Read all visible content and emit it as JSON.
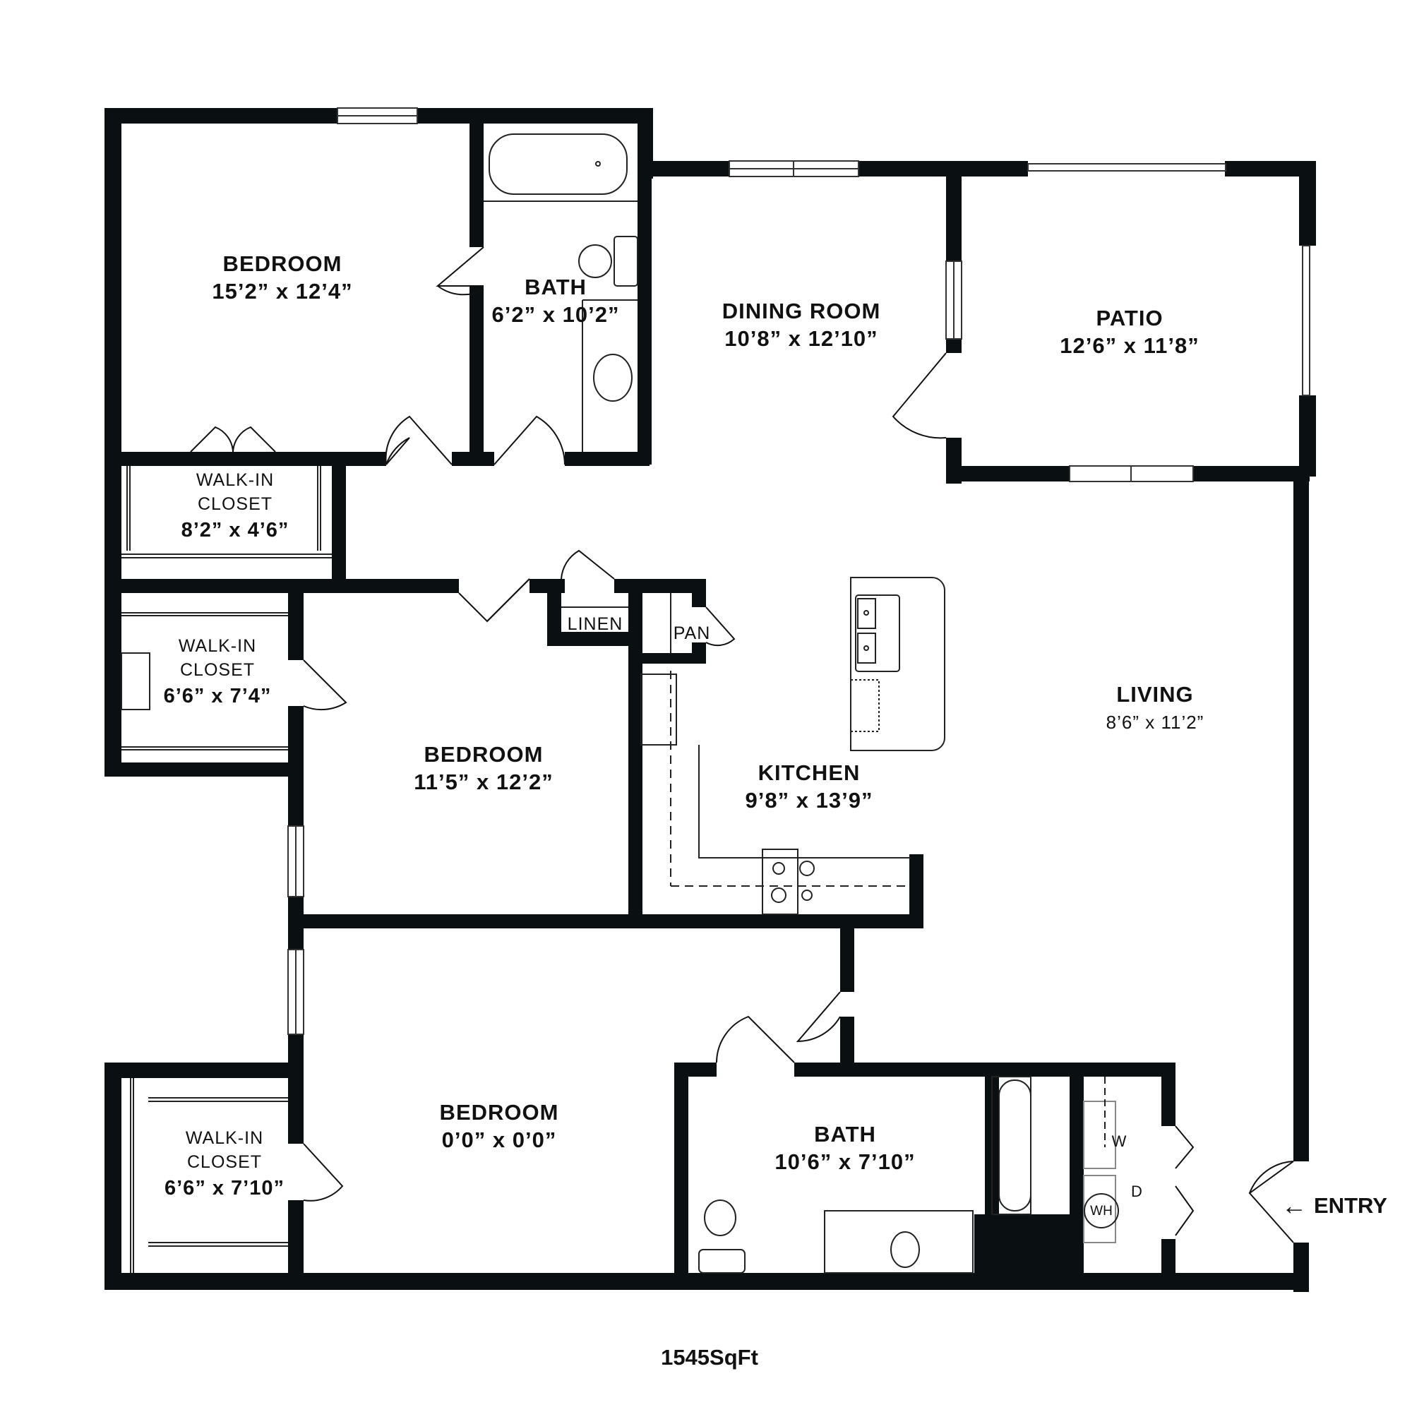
{
  "floorplan": {
    "total_area": "1545SqFt",
    "entry_label": "ENTRY",
    "entry_arrow": "🡐",
    "rooms": [
      {
        "id": "bedroom-1",
        "name": "BEDROOM",
        "dimensions": "15’2” x 12’4”"
      },
      {
        "id": "bath-1",
        "name": "BATH",
        "dimensions": "6’2” x 10’2”"
      },
      {
        "id": "dining-room",
        "name": "DINING ROOM",
        "dimensions": "10’8” x 12’10”"
      },
      {
        "id": "patio",
        "name": "PATIO",
        "dimensions": "12’6” x 11’8”"
      },
      {
        "id": "walk-in-closet-1",
        "name_line1": "WALK-IN",
        "name_line2": "CLOSET",
        "dimensions": "8’2” x 4’6”"
      },
      {
        "id": "linen",
        "name": "LINEN"
      },
      {
        "id": "pantry",
        "name": "PAN"
      },
      {
        "id": "walk-in-closet-2",
        "name_line1": "WALK-IN",
        "name_line2": "CLOSET",
        "dimensions": "6’6” x 7’4”"
      },
      {
        "id": "bedroom-2",
        "name": "BEDROOM",
        "dimensions": "11’5” x 12’2”"
      },
      {
        "id": "kitchen",
        "name": "KITCHEN",
        "dimensions": "9’8” x 13’9”"
      },
      {
        "id": "living",
        "name": "LIVING",
        "dimensions": "8’6” x 11’2”"
      },
      {
        "id": "walk-in-closet-3",
        "name_line1": "WALK-IN",
        "name_line2": "CLOSET",
        "dimensions": "6’6” x 7’10”"
      },
      {
        "id": "bedroom-3",
        "name": "BEDROOM",
        "dimensions": "0’0” x 0’0”"
      },
      {
        "id": "bath-2",
        "name": "BATH",
        "dimensions": "10’6” x 7’10”"
      }
    ],
    "appliances": {
      "washer": "W",
      "dryer": "D",
      "water_heater": "WH"
    }
  }
}
